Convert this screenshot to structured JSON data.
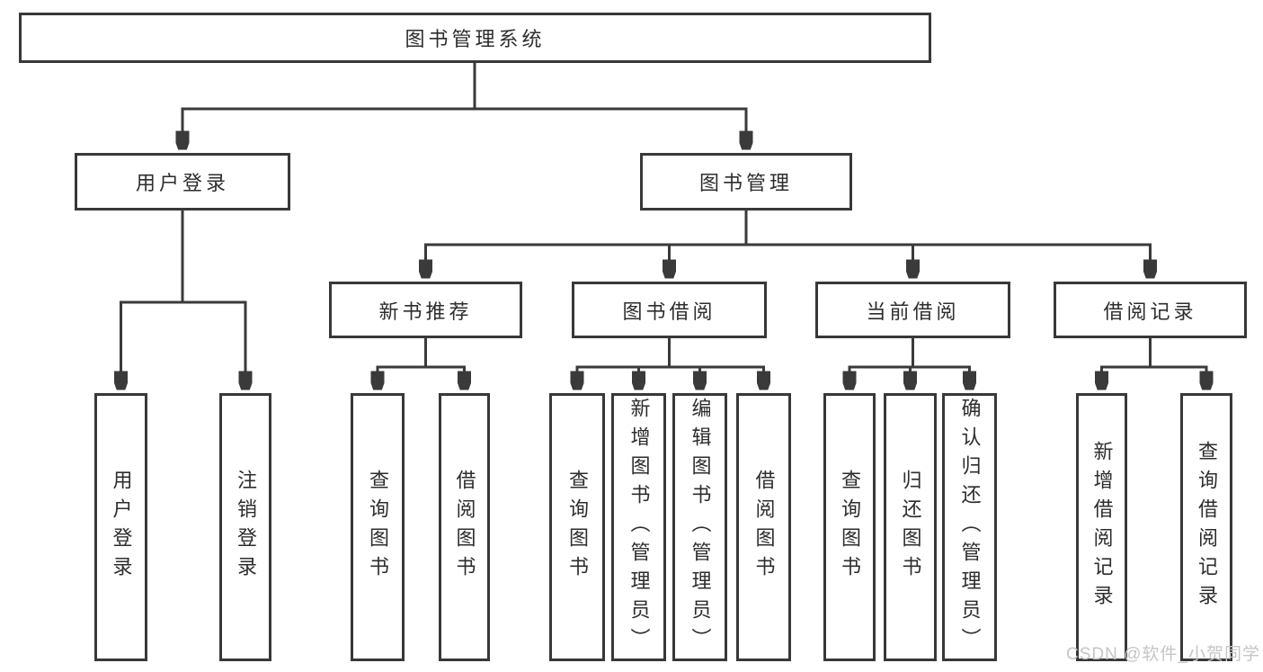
{
  "diagram": {
    "type": "hierarchy-tree",
    "colors": {
      "line": "#3a3a3a",
      "text": "#2d2d2d",
      "watermark": "#c4c5c8",
      "background": "#ffffff"
    },
    "tree": {
      "label": "图书管理系统",
      "children": [
        {
          "label": "用户登录",
          "children": [
            {
              "label": "用户登录"
            },
            {
              "label": "注销登录"
            }
          ]
        },
        {
          "label": "图书管理",
          "children": [
            {
              "label": "新书推荐",
              "children": [
                {
                  "label": "查询图书"
                },
                {
                  "label": "借阅图书"
                }
              ]
            },
            {
              "label": "图书借阅",
              "children": [
                {
                  "label": "查询图书"
                },
                {
                  "label": "新增图书（管理员）"
                },
                {
                  "label": "编辑图书（管理员）"
                },
                {
                  "label": "借阅图书"
                }
              ]
            },
            {
              "label": "当前借阅",
              "children": [
                {
                  "label": "查询图书"
                },
                {
                  "label": "归还图书"
                },
                {
                  "label": "确认归还（管理员）"
                }
              ]
            },
            {
              "label": "借阅记录",
              "children": [
                {
                  "label": "新增借阅记录"
                },
                {
                  "label": "查询借阅记录"
                }
              ]
            }
          ]
        }
      ]
    }
  },
  "watermark": {
    "text": "CSDN @软件_小贺同学"
  }
}
